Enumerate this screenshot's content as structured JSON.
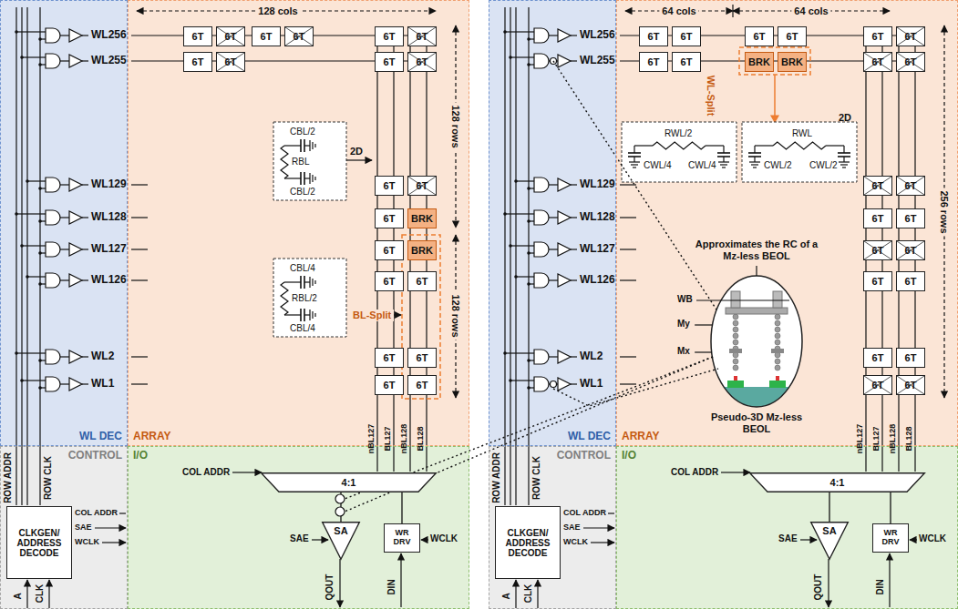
{
  "diagram": {
    "nodes": [
      {
        "text": [
          "WL DEC"
        ]
      },
      {
        "text": [
          "ARRAY"
        ]
      },
      {
        "text": [
          "6T"
        ],
        "in": 1
      },
      {
        "text": [
          "6T"
        ],
        "in": 1
      },
      {
        "text": [
          "6T"
        ],
        "in": 1
      },
      {
        "text": [
          "6T"
        ],
        "in": 1
      },
      {
        "text": [
          "6T"
        ],
        "in": 1
      },
      {
        "text": [
          "6T"
        ],
        "in": 1
      },
      {
        "text": [
          "6T"
        ],
        "in": 1
      },
      {
        "text": [
          "6T"
        ],
        "in": 1
      },
      {
        "text": [
          "6T"
        ],
        "in": 1
      },
      {
        "text": [
          "6T"
        ],
        "in": 1
      },
      {
        "text": [
          "6T"
        ],
        "in": 1
      },
      {
        "text": [
          "6T"
        ],
        "in": 1
      },
      {
        "text": [
          "6T"
        ],
        "in": 1
      },
      {
        "text": [
          "BRK"
        ],
        "in": 1
      },
      {
        "text": [
          "6T"
        ],
        "in": 1
      },
      {
        "text": [
          "BRK"
        ],
        "in": 1
      },
      {
        "text": [
          "6T"
        ],
        "in": 1
      },
      {
        "text": [
          "6T"
        ],
        "in": 1
      },
      {
        "text": [
          "6T"
        ],
        "in": 1
      },
      {
        "text": [
          "6T"
        ],
        "in": 1
      },
      {
        "text": [
          "6T"
        ],
        "in": 1
      },
      {
        "text": [
          "6T"
        ],
        "in": 1
      },
      {
        "text": [
          "CONTROL"
        ]
      },
      {
        "text": [
          "CLKGEN/ ADDRESS DECODE"
        ],
        "in": 24
      },
      {
        "text": [
          "I/O"
        ]
      },
      {
        "text": [
          "4:1"
        ],
        "in": 26
      },
      {
        "text": [
          "SA"
        ],
        "in": 26
      },
      {
        "text": [
          "WR DRV"
        ],
        "in": 26
      },
      {
        "text": [
          "WL DEC"
        ]
      },
      {
        "text": [
          "ARRAY"
        ]
      },
      {
        "text": [
          "6T"
        ],
        "in": 31
      },
      {
        "text": [
          "6T"
        ],
        "in": 31
      },
      {
        "text": [
          "6T"
        ],
        "in": 31
      },
      {
        "text": [
          "6T"
        ],
        "in": 31
      },
      {
        "text": [
          "6T"
        ],
        "in": 31
      },
      {
        "text": [
          "6T"
        ],
        "in": 31
      },
      {
        "text": [
          "6T"
        ],
        "in": 31
      },
      {
        "text": [
          "6T"
        ],
        "in": 31
      },
      {
        "text": [
          "BRK"
        ],
        "in": 31
      },
      {
        "text": [
          "BRK"
        ],
        "in": 31
      },
      {
        "text": [
          "6T"
        ],
        "in": 31
      },
      {
        "text": [
          "6T"
        ],
        "in": 31
      },
      {
        "text": [
          "6T"
        ],
        "in": 31
      },
      {
        "text": [
          "6T"
        ],
        "in": 31
      },
      {
        "text": [
          "6T"
        ],
        "in": 31
      },
      {
        "text": [
          "6T"
        ],
        "in": 31
      },
      {
        "text": [
          "6T"
        ],
        "in": 31
      },
      {
        "text": [
          "6T"
        ],
        "in": 31
      },
      {
        "text": [
          "6T"
        ],
        "in": 31
      },
      {
        "text": [
          "6T"
        ],
        "in": 31
      },
      {
        "text": [
          "6T"
        ],
        "in": 31
      },
      {
        "text": [
          "6T"
        ],
        "in": 31
      },
      {
        "text": [
          "6T"
        ],
        "in": 31
      },
      {
        "text": [
          "6T"
        ],
        "in": 31
      },
      {
        "text": [
          "CONTROL"
        ]
      },
      {
        "text": [
          "CLKGEN/ ADDRESS DECODE"
        ],
        "in": 56
      },
      {
        "text": [
          "I/O"
        ]
      },
      {
        "text": [
          "4:1"
        ],
        "in": 58
      },
      {
        "text": [
          "SA"
        ],
        "in": 58
      },
      {
        "text": [
          "WR DRV"
        ],
        "in": 58
      }
    ],
    "edges": [
      {
        "from": 27,
        "to": 28,
        "arrow": "none"
      },
      {
        "from": 29,
        "to": 27,
        "arrow": "none"
      },
      {
        "from": 59,
        "to": 60,
        "arrow": "none"
      },
      {
        "from": 61,
        "to": 59,
        "arrow": "none"
      }
    ],
    "labels": [
      "128 cols",
      "WL256",
      "WL255",
      "WL129",
      "WL128",
      "WL127",
      "WL126",
      "WL2",
      "WL1",
      "CBL/2",
      "RBL",
      "CBL/2",
      "2D",
      "CBL/4",
      "RBL/2",
      "CBL/4",
      "BL-Split",
      "128 rows",
      "128 rows",
      "nBL127",
      "BL127",
      "nBL128",
      "BL128",
      "ROW ADDR",
      "ROW CLK",
      "COL ADDR",
      "COL ADDR",
      "SAE",
      "WCLK",
      "A",
      "CLK",
      "SAE",
      "WCLK",
      "QOUT",
      "DIN",
      "64 cols",
      "64 cols",
      "WL256",
      "WL255",
      "WL129",
      "WL128",
      "WL127",
      "WL126",
      "WL2",
      "WL1",
      "WL-Split",
      "RWL/2",
      "CWL/4",
      "CWL/4",
      "RWL",
      "CWL/2",
      "CWL/2",
      "2D",
      "256 rows",
      "Approximates the RC of a Mz-less BEOL",
      "WB",
      "My",
      "Mx",
      "Pseudo-3D Mz-less BEOL",
      "nBL127",
      "BL127",
      "nBL128",
      "BL128",
      "ROW ADDR",
      "ROW CLK",
      "COL ADDR",
      "COL ADDR",
      "SAE",
      "WCLK",
      "A",
      "CLK",
      "SAE",
      "WCLK",
      "QOUT",
      "DIN"
    ]
  }
}
